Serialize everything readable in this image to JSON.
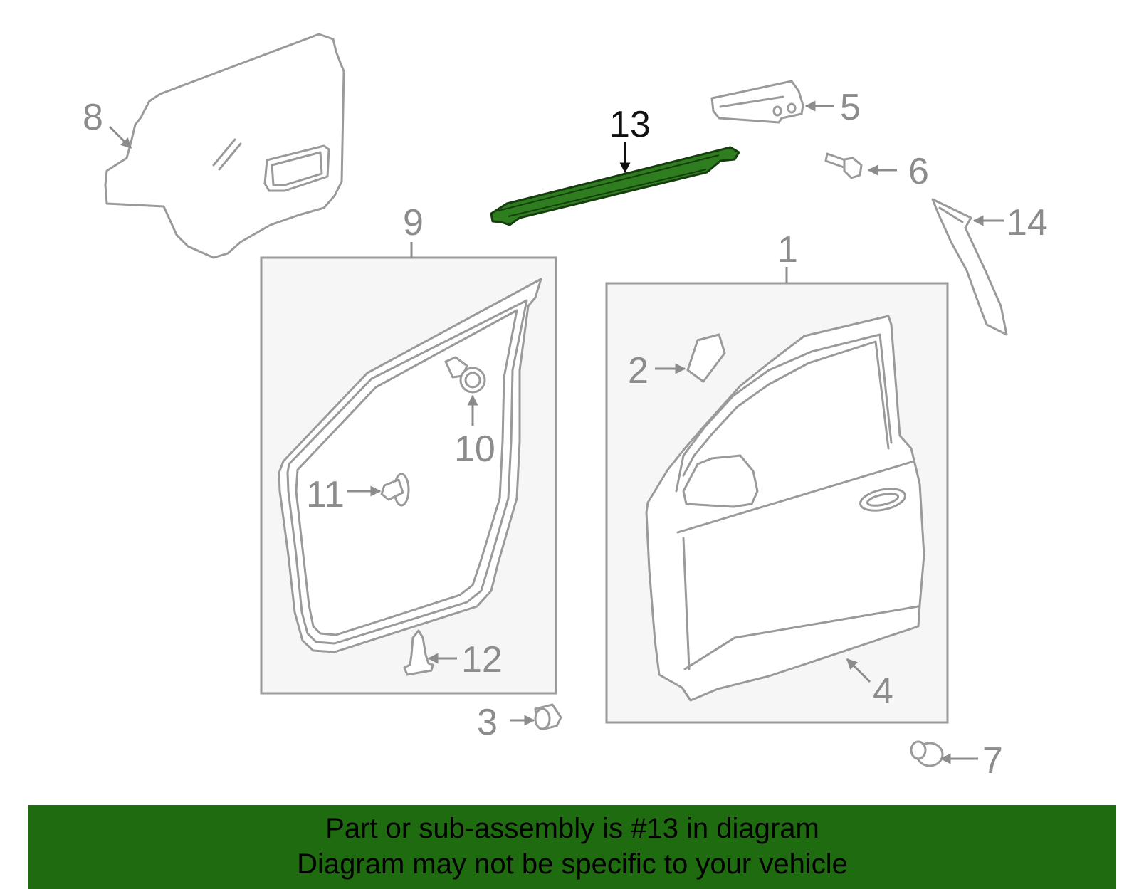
{
  "colors": {
    "highlight_part": "#2e7d1f",
    "banner_background": "#1e6b10",
    "line_art": "#9a9a9a",
    "callout_text": "#8c8c8c"
  },
  "callouts": {
    "c1": "1",
    "c2": "2",
    "c3": "3",
    "c4": "4",
    "c5": "5",
    "c6": "6",
    "c7": "7",
    "c8": "8",
    "c9": "9",
    "c10": "10",
    "c11": "11",
    "c12": "12",
    "c13": "13",
    "c14": "14"
  },
  "highlighted_callout": "13",
  "banner": {
    "line1": "Part or sub-assembly is #13 in diagram",
    "line2": "Diagram may not be specific to your vehicle"
  }
}
